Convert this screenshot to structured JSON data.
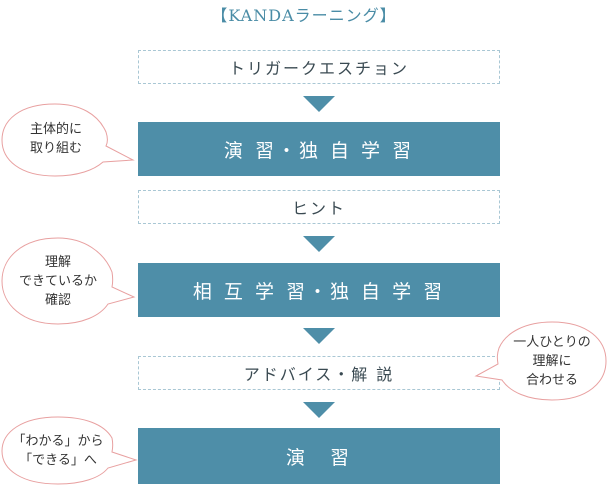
{
  "title": "【KANDAラーニング】",
  "steps": {
    "trigger": "トリガークエスチョン",
    "practice_self": "演 習・独 自 学 習",
    "hint": "ヒント",
    "mutual": "相 互 学 習・独 自 学 習",
    "advice": "アドバイス・解 説",
    "practice": "演　習"
  },
  "bubbles": {
    "b1": [
      "主体的に",
      "取り組む"
    ],
    "b2": [
      "理解",
      "できているか",
      "確認"
    ],
    "b3": [
      "一人ひとりの",
      "理解に",
      "合わせる"
    ],
    "b4": [
      "「わかる」から",
      "「できる」へ"
    ]
  },
  "colors": {
    "accent": "#4e8ea8",
    "dashed_border": "#a9c7d4",
    "bubble_border": "#e8a0a0"
  }
}
